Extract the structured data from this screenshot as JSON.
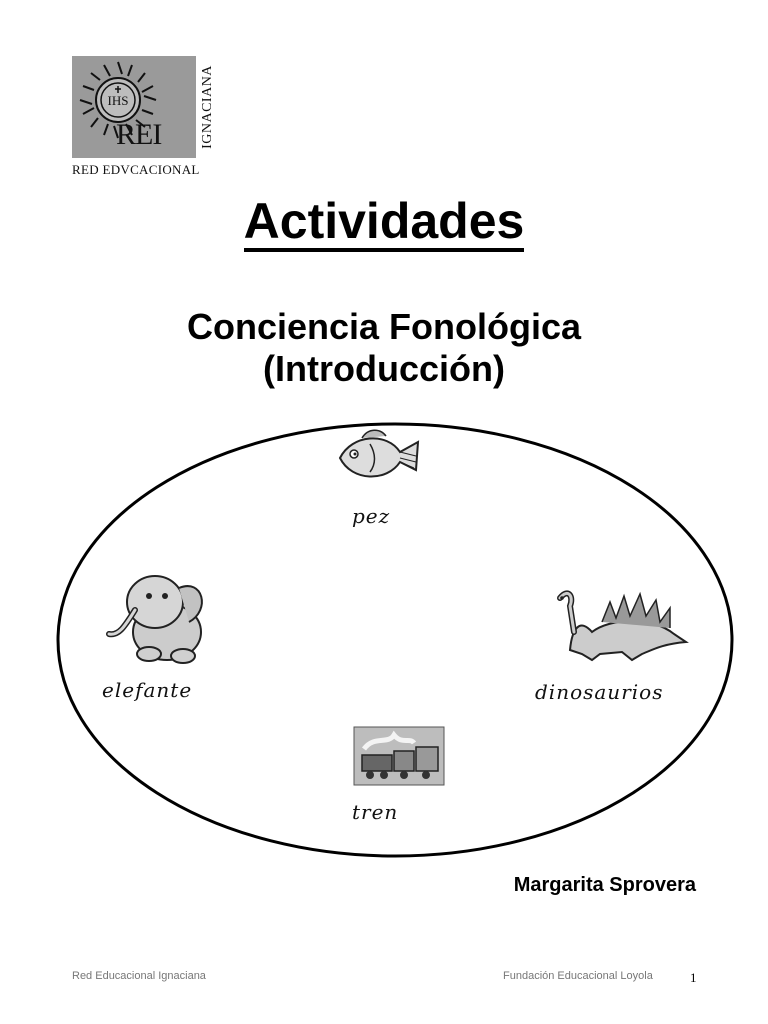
{
  "logo": {
    "mark": "IHS",
    "acronym": "REI",
    "vertical_text": "IGNACIANA",
    "bottom_text": "RED EDVCACIONAL"
  },
  "title": "Actividades",
  "subtitle": {
    "line1": "Conciencia Fonológica",
    "line2": "(Introducción)"
  },
  "words": {
    "pez": "pez",
    "elefante": "elefante",
    "dinosaurios": "dinosaurios",
    "tren": "tren"
  },
  "illustrations": [
    "fish-illustration",
    "elephant-illustration",
    "dinosaur-illustration",
    "train-illustration"
  ],
  "author": "Margarita Sprovera",
  "footer": {
    "left": "Red Educacional Ignaciana",
    "right": "Fundación Educacional Loyola",
    "page": "1"
  }
}
